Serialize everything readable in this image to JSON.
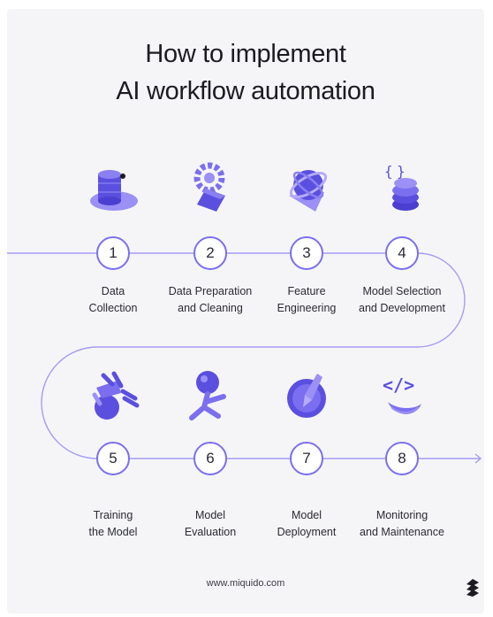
{
  "title": {
    "line1": "How to implement",
    "line2": "AI workflow automation"
  },
  "steps": [
    {
      "number": "1",
      "line1": "Data",
      "line2": "Collection",
      "icon": "database-icon"
    },
    {
      "number": "2",
      "line1": "Data Preparation",
      "line2": "and Cleaning",
      "icon": "gear-icon"
    },
    {
      "number": "3",
      "line1": "Feature",
      "line2": "Engineering",
      "icon": "orbit-icon"
    },
    {
      "number": "4",
      "line1": "Model Selection",
      "line2": "and Development",
      "icon": "code-stack-icon"
    },
    {
      "number": "5",
      "line1": "Training",
      "line2": "the Model",
      "icon": "training-icon"
    },
    {
      "number": "6",
      "line1": "Model",
      "line2": "Evaluation",
      "icon": "evaluation-icon"
    },
    {
      "number": "7",
      "line1": "Model",
      "line2": "Deployment",
      "icon": "rocket-icon"
    },
    {
      "number": "8",
      "line1": "Monitoring",
      "line2": "and Maintenance",
      "icon": "code-tag-icon"
    }
  ],
  "footer": {
    "website": "www.miquido.com"
  },
  "colors": {
    "accent": "#7b6ff0",
    "icon_primary": "#5b4fe0",
    "icon_light": "#9a90f5",
    "background": "#f5f5f7",
    "text": "#1b1b22"
  }
}
